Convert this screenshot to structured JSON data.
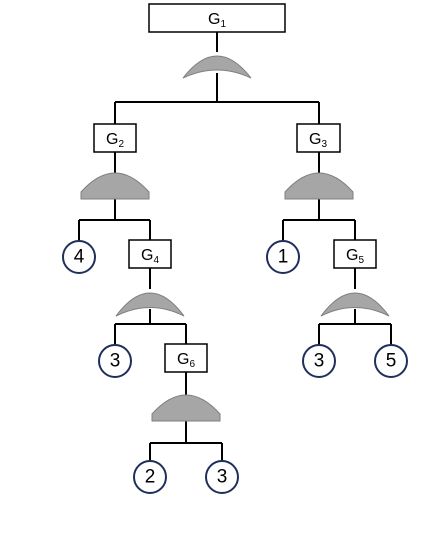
{
  "gates": [
    {
      "id": "G1",
      "letter": "G",
      "sub": "1",
      "type": "or"
    },
    {
      "id": "G2",
      "letter": "G",
      "sub": "2",
      "type": "and"
    },
    {
      "id": "G3",
      "letter": "G",
      "sub": "3",
      "type": "and"
    },
    {
      "id": "G4",
      "letter": "G",
      "sub": "4",
      "type": "or"
    },
    {
      "id": "G5",
      "letter": "G",
      "sub": "5",
      "type": "or"
    },
    {
      "id": "G6",
      "letter": "G",
      "sub": "6",
      "type": "and"
    }
  ],
  "basic_events": [
    {
      "id": "e4",
      "label": "4"
    },
    {
      "id": "e1",
      "label": "1"
    },
    {
      "id": "e3a",
      "label": "3"
    },
    {
      "id": "e3b",
      "label": "3"
    },
    {
      "id": "e5",
      "label": "5"
    },
    {
      "id": "e2",
      "label": "2"
    },
    {
      "id": "e3c",
      "label": "3"
    }
  ],
  "colors": {
    "gate_fill": "#a6a6a6",
    "circle_border": "#1f2f5a",
    "lines": "#000000"
  }
}
